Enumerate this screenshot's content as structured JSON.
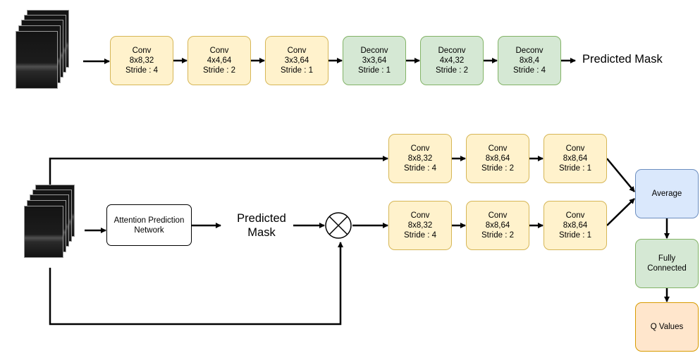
{
  "top_pipeline": {
    "layers": [
      {
        "name": "Conv",
        "kernel": "8x8,32",
        "stride": "Stride : 4"
      },
      {
        "name": "Conv",
        "kernel": "4x4,64",
        "stride": "Stride : 2"
      },
      {
        "name": "Conv",
        "kernel": "3x3,64",
        "stride": "Stride : 1"
      },
      {
        "name": "Deconv",
        "kernel": "3x3,64",
        "stride": "Stride : 1"
      },
      {
        "name": "Deconv",
        "kernel": "4x4,32",
        "stride": "Stride : 2"
      },
      {
        "name": "Deconv",
        "kernel": "8x8,4",
        "stride": "Stride : 4"
      }
    ],
    "output_label": "Predicted Mask"
  },
  "bottom_pipeline": {
    "attention_network_label": "Attention Prediction Network",
    "predicted_mask_label": "Predicted Mask",
    "upper_branch": [
      {
        "name": "Conv",
        "kernel": "8x8,32",
        "stride": "Stride : 4"
      },
      {
        "name": "Conv",
        "kernel": "8x8,64",
        "stride": "Stride : 2"
      },
      {
        "name": "Conv",
        "kernel": "8x8,64",
        "stride": "Stride : 1"
      }
    ],
    "lower_branch": [
      {
        "name": "Conv",
        "kernel": "8x8,32",
        "stride": "Stride : 4"
      },
      {
        "name": "Conv",
        "kernel": "8x8,64",
        "stride": "Stride : 2"
      },
      {
        "name": "Conv",
        "kernel": "8x8,64",
        "stride": "Stride : 1"
      }
    ],
    "average_label": "Average",
    "fully_connected_label": "Fully Connected",
    "q_values_label": "Q Values"
  },
  "colors": {
    "conv_fill": "#fff2cc",
    "conv_border": "#d6b656",
    "deconv_fill": "#d5e8d4",
    "deconv_border": "#82b366",
    "average_fill": "#dae8fc",
    "average_border": "#6c8ebf",
    "q_values_fill": "#ffe6cc",
    "q_values_border": "#d79b00"
  }
}
